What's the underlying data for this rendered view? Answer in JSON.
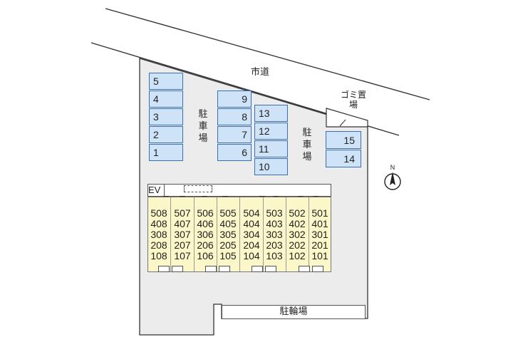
{
  "road_label": "市道",
  "garbage_label": "ゴミ置場",
  "parking_label": "駐車場",
  "bicycle_label": "駐輪場",
  "elevator_label": "EV",
  "compass_label": "N",
  "parking_a": [
    "5",
    "4",
    "3",
    "2",
    "1"
  ],
  "parking_b": [
    "9",
    "8",
    "7",
    "6"
  ],
  "parking_c": [
    "13",
    "12",
    "11",
    "10"
  ],
  "parking_d": [
    "15",
    "14"
  ],
  "units": [
    [
      "508",
      "408",
      "308",
      "208",
      "108"
    ],
    [
      "507",
      "407",
      "307",
      "207",
      "107"
    ],
    [
      "506",
      "406",
      "306",
      "206",
      "106"
    ],
    [
      "505",
      "405",
      "305",
      "205",
      "105"
    ],
    [
      "504",
      "404",
      "304",
      "204",
      "104"
    ],
    [
      "503",
      "403",
      "303",
      "203",
      "103"
    ],
    [
      "502",
      "402",
      "302",
      "202",
      "102"
    ],
    [
      "501",
      "401",
      "301",
      "201",
      "101"
    ]
  ],
  "colors": {
    "site": "#ececec",
    "parking": "#cfe3f8",
    "parking_border": "#3a6fb4",
    "building": "#fbf7c8"
  }
}
